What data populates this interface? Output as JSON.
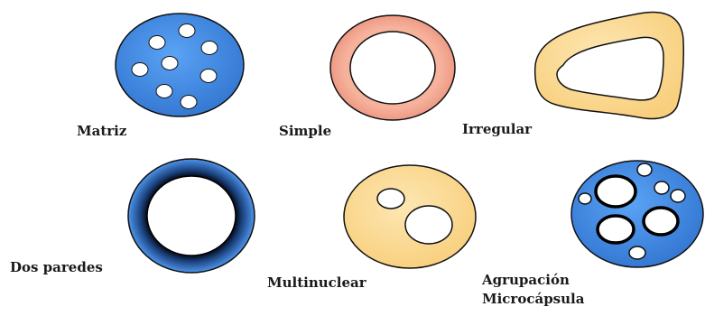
{
  "colors": {
    "blue": "#4a8fe6",
    "blue_dark": "#2a63b8",
    "salmon": "#f2a38d",
    "cream": "#fbd98f",
    "white": "#ffffff",
    "outline": "#111111"
  },
  "items": [
    {
      "key": "matriz",
      "label": "Matriz"
    },
    {
      "key": "simple",
      "label": "Simple"
    },
    {
      "key": "irregular",
      "label": "Irregular"
    },
    {
      "key": "dos_paredes",
      "label": "Dos paredes"
    },
    {
      "key": "multinuclear",
      "label": "Multinuclear"
    },
    {
      "key": "agrupacion",
      "label": "Agrupación",
      "label2": "Microcápsula"
    }
  ]
}
